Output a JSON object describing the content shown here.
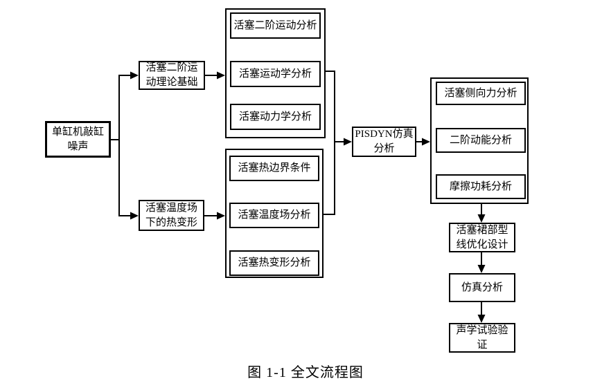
{
  "figure": {
    "caption": "图 1-1 全文流程图"
  },
  "nodes": {
    "knock_noise": "单缸机敲缸\n噪声",
    "motion_theory": "活塞二阶运\n动理论基础",
    "thermal_source": "活塞温度场\n下的热变形",
    "motion_group": {
      "secondary_motion": "活塞二阶运动分析",
      "kinematics": "活塞运动学分析",
      "dynamics": "活塞动力学分析"
    },
    "thermal_group": {
      "boundary": "活塞热边界条件",
      "temperature_field": "活塞温度场分析",
      "deformation": "活塞热变形分析"
    },
    "pisdyn": "PISDYN仿真\n分析",
    "result_group": {
      "lateral_force": "活塞侧向力分析",
      "kinetic_energy": "二阶动能分析",
      "friction_loss": "摩擦功耗分析"
    },
    "skirt_optimization": "活塞裙部型\n线优化设计",
    "simulation": "仿真分析",
    "acoustic_validation": "声学试验验\n证"
  }
}
